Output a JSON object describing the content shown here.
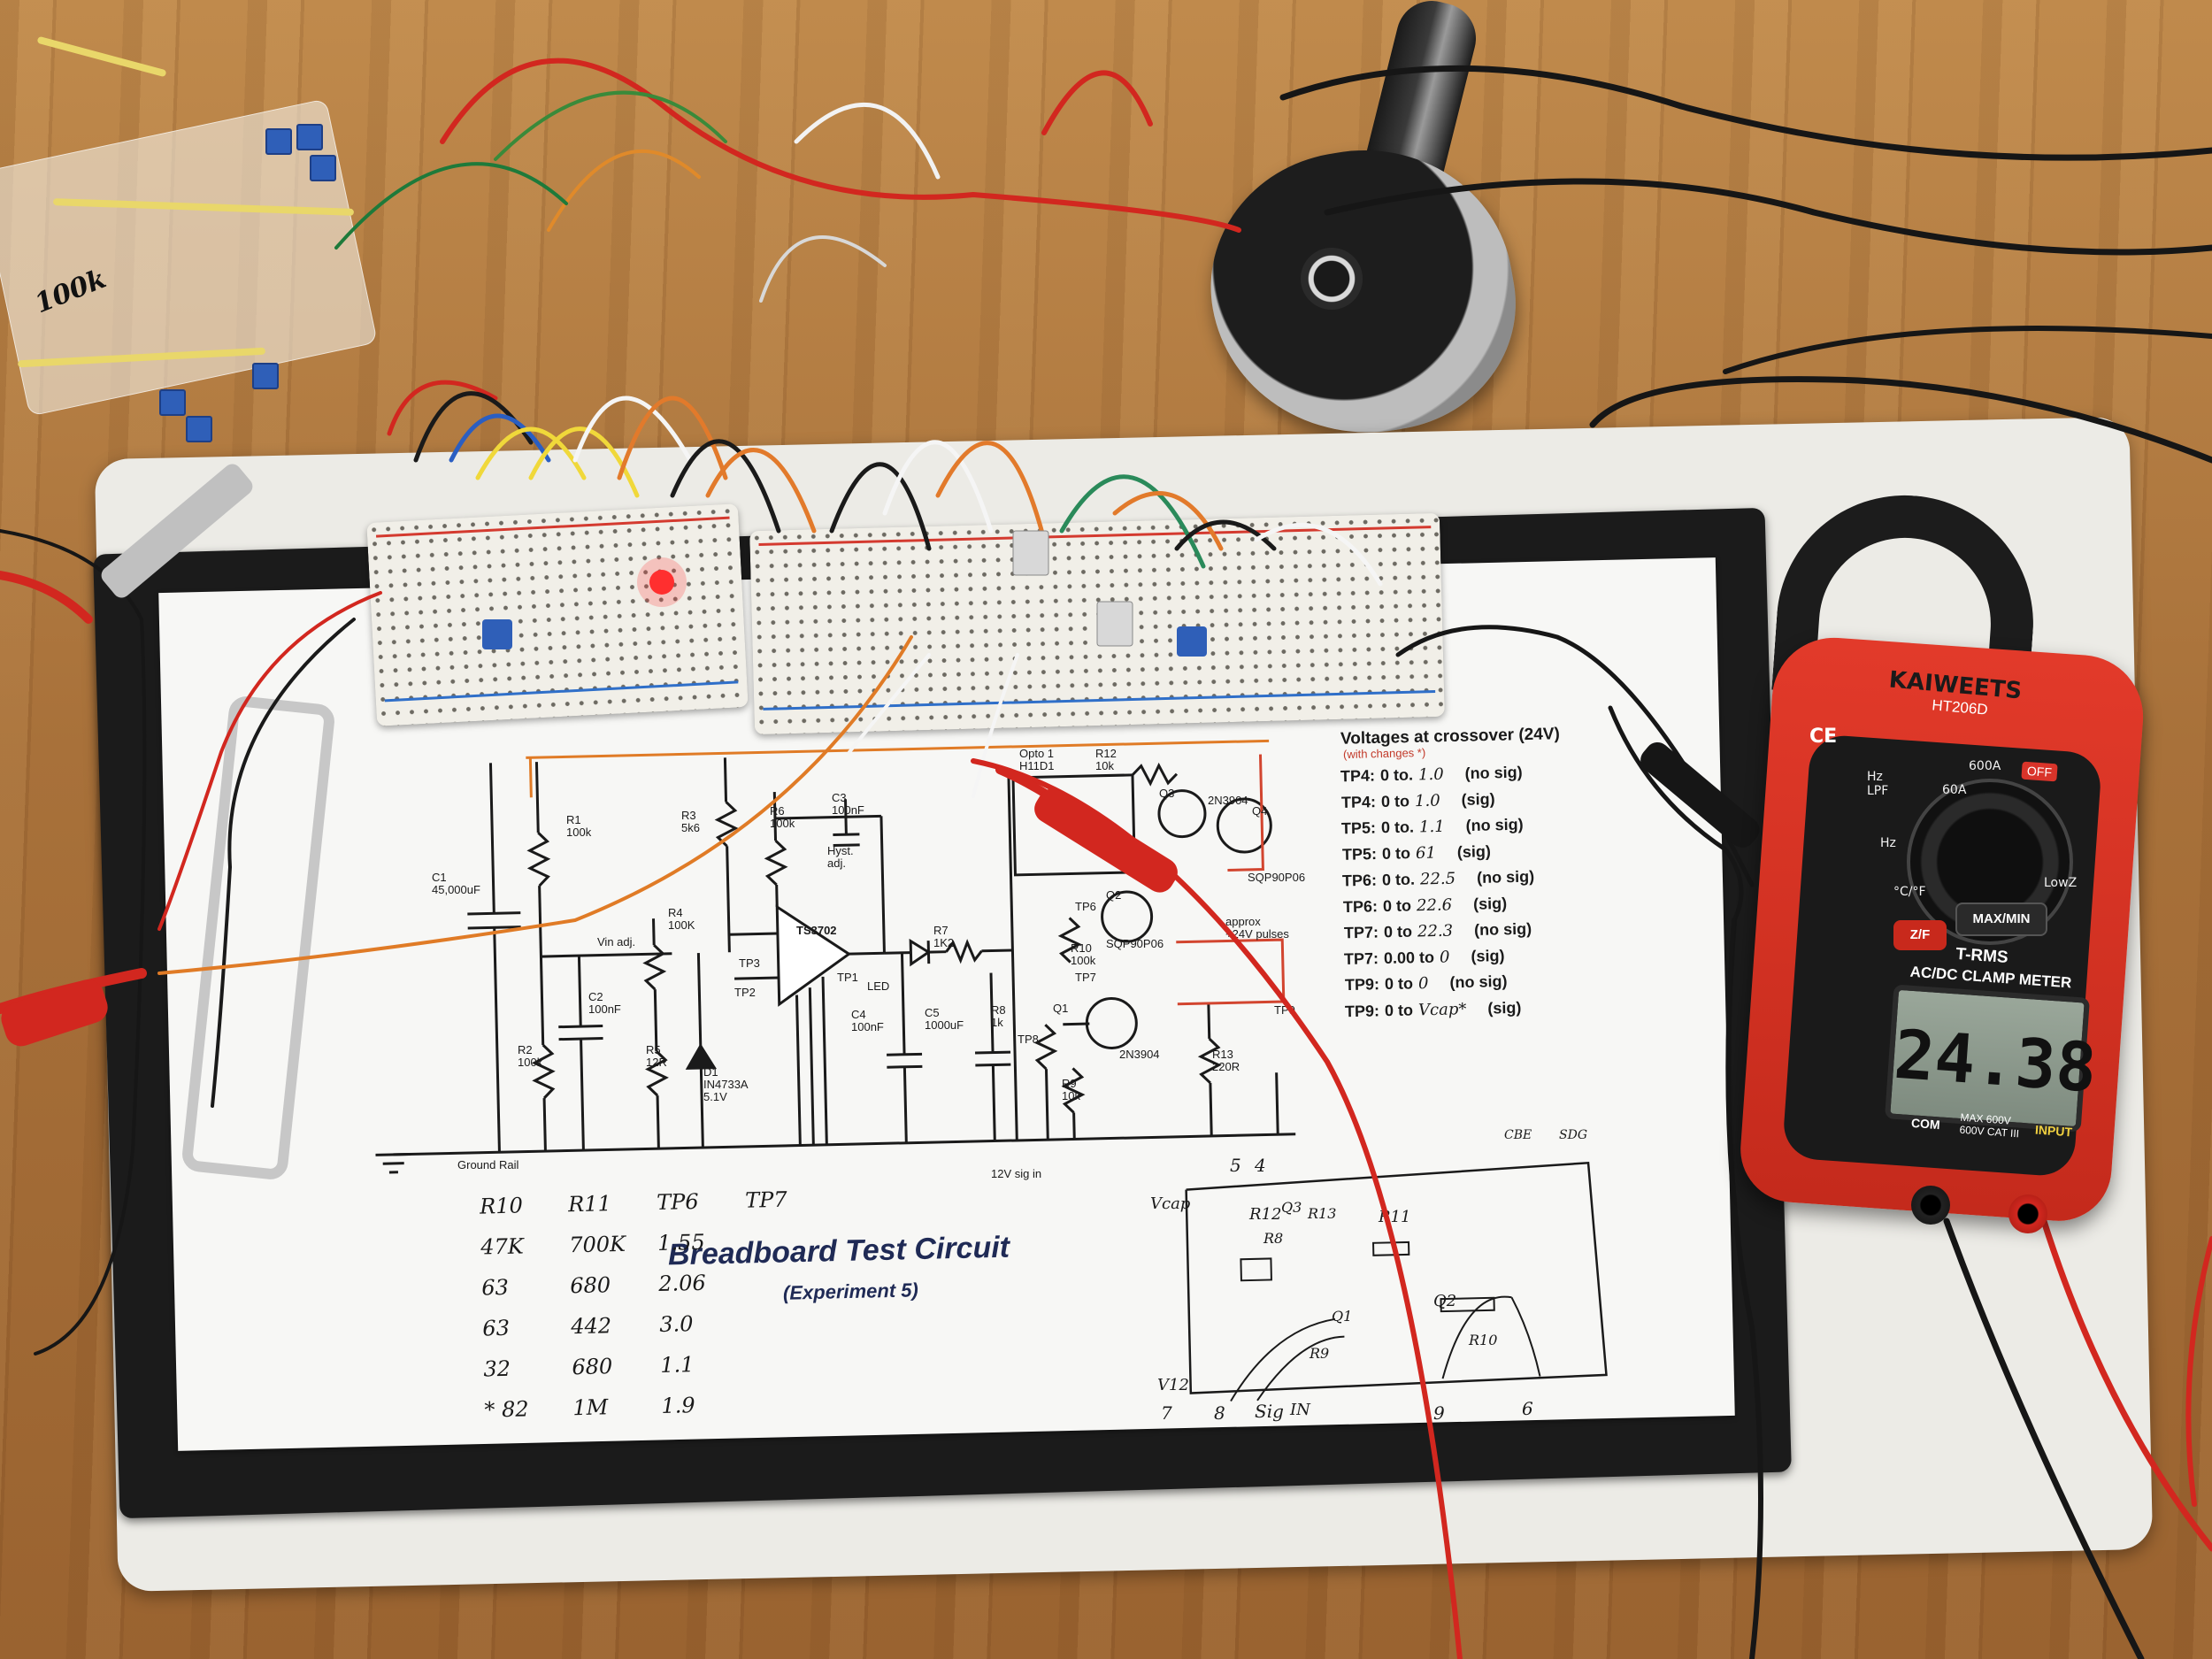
{
  "scene": "Breadboard test circuit on a workbench with clamp meter",
  "bag_label": "100k",
  "schematic": {
    "title": "Breadboard Test Circuit",
    "subtitle": "(Experiment 5)",
    "ground_label": "Ground Rail",
    "sig_in_label": "12V sig in",
    "labels": {
      "c1": "C1\n45,000uF",
      "r1": "R1\n100k",
      "r2": "R2\n100k",
      "r3": "R3\n5k6",
      "r4": "R4\n100K",
      "r5": "R5\n12R",
      "r6": "R6\n100k",
      "c2": "C2\n100nF",
      "c3": "C3\n100nF",
      "d1": "D1\nIN4733A\n5.1V",
      "ts": "TS3702",
      "led": "LED",
      "r7": "R7\n1K2",
      "c4": "C4\n100nF",
      "c5": "C5\n1000uF",
      "r8": "R8\n1k",
      "r9": "R9\n10k",
      "r10": "R10\n100k",
      "r12": "R12\n10k",
      "r13": "R13\n220R",
      "opto": "Opto 1\nH11D1",
      "q1": "Q1",
      "q3": "Q3",
      "q4": "Q4",
      "q2": "Q2",
      "q1_part": "2N3904",
      "q3_part": "2N3904",
      "q4_part": "SQP90P06",
      "q2_part": "SQP90P06",
      "hyst": "Hyst.\nadj.",
      "vin": "Vin adj.",
      "tp1": "TP1",
      "tp2": "TP2",
      "tp3": "TP3",
      "tp6": "TP6",
      "tp7": "TP7",
      "tp8": "TP8",
      "tp9": "TP9",
      "pulses": "approx\n+24V pulses"
    },
    "voltages": {
      "heading": "Voltages at crossover (24V)",
      "note": "(with changes *)",
      "rows": [
        {
          "tp": "TP4:",
          "range": "0 to.",
          "val": "1.0",
          "cond": "(no sig)"
        },
        {
          "tp": "TP4:",
          "range": "0 to",
          "val": "1.0",
          "cond": "(sig)"
        },
        {
          "tp": "TP5:",
          "range": "0 to.",
          "val": "1.1",
          "cond": "(no sig)"
        },
        {
          "tp": "TP5:",
          "range": "0 to",
          "val": "61",
          "cond": "(sig)"
        },
        {
          "tp": "TP6:",
          "range": "0 to.",
          "val": "22.5",
          "cond": "(no sig)"
        },
        {
          "tp": "TP6:",
          "range": "0 to",
          "val": "22.6",
          "cond": "(sig)"
        },
        {
          "tp": "TP7:",
          "range": "0 to",
          "val": "22.3",
          "cond": "(no sig)"
        },
        {
          "tp": "TP7:",
          "range": "0.00 to",
          "val": "0",
          "cond": "(sig)"
        },
        {
          "tp": "TP9:",
          "range": "0 to",
          "val": "0",
          "cond": "(no sig)"
        },
        {
          "tp": "TP9:",
          "range": "0 to",
          "val": "Vcap*",
          "cond": "(sig)"
        }
      ]
    },
    "notes_table": {
      "header": [
        "R10",
        "R11",
        "TP6",
        "TP7"
      ],
      "rows": [
        [
          "47K",
          "700K",
          "1.55",
          ""
        ],
        [
          "63",
          "680",
          "2.06",
          ""
        ],
        [
          "63",
          "442",
          "3.0",
          ""
        ],
        [
          "32",
          "680",
          "1.1",
          ""
        ],
        [
          "* 82",
          "1M",
          "1.9",
          ""
        ]
      ]
    },
    "sketch_labels": {
      "vcap": "Vcap",
      "v12": "V12",
      "sig": "Sig",
      "in": "IN",
      "r12": "R12",
      "r13": "R13",
      "r8": "R8",
      "r11": "R11",
      "r9": "R9",
      "r10": "R10",
      "q1": "Q1",
      "q2": "Q2",
      "q3": "Q3",
      "cbe": "CBE",
      "sdg": "SDG",
      "pin7": "7",
      "pin8": "8",
      "pin9": "9",
      "pin6": "6",
      "pin5": "5",
      "pin4": "4"
    }
  },
  "meter": {
    "brand": "KAIWEETS",
    "model": "HT206D",
    "type_label": "T-RMS",
    "subtitle": "AC/DC CLAMP METER",
    "reading": "24.38",
    "off_label": "OFF",
    "btn_zf": "Z/F",
    "btn_maxmin": "MAX/MIN",
    "dial_600a": "600A",
    "dial_60a": "60A",
    "dial_hz": "Hz",
    "dial_lpf": "Hz\nLPF",
    "dial_c": "°C/°F",
    "dial_lowz": "LowZ",
    "com_label": "COM",
    "rating_label": "MAX 600V\n600V CAT III",
    "input_label": "INPUT",
    "ce": "CE"
  },
  "colors": {
    "meter_red": "#d7352a",
    "title_blue": "#1f2a55",
    "wire_red": "#d2271f",
    "wire_orange": "#e07b26",
    "wood": "#b07a3e"
  }
}
